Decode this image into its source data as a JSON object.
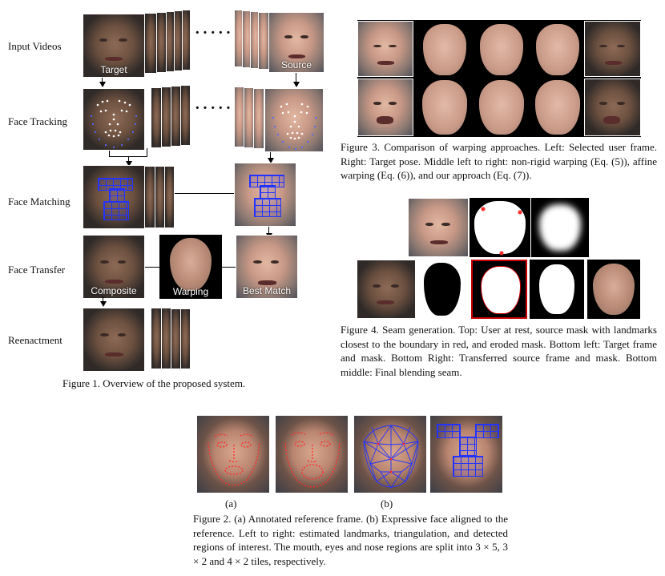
{
  "figure1": {
    "rows": [
      "Input Videos",
      "Face Tracking",
      "Face Matching",
      "Face Transfer",
      "Reenactment"
    ],
    "tags": {
      "target": "Target",
      "source": "Source",
      "composite": "Composite",
      "warping": "Warping",
      "best_match": "Best Match"
    },
    "caption": "Figure 1. Overview of the proposed system."
  },
  "figure2": {
    "label_a": "(a)",
    "label_b": "(b)",
    "caption": "Figure 2. (a) Annotated reference frame. (b) Expressive face aligned to the reference. Left to right: estimated landmarks, triangulation, and detected regions of interest. The mouth, eyes and nose regions are split into 3 × 5, 3 × 2 and 4 × 2 tiles, respectively."
  },
  "figure3": {
    "caption": "Figure 3. Comparison of warping approaches. Left: Selected user frame. Right: Target pose. Middle left to right: non-rigid warping (Eq. (5)), affine warping (Eq. (6)), and our approach (Eq. (7))."
  },
  "figure4": {
    "caption": "Figure 4. Seam generation. Top: User at rest, source mask with landmarks closest to the boundary in red, and eroded mask. Bottom left: Target frame and mask. Bottom Right: Transferred source frame and mask. Bottom middle: Final blending seam."
  },
  "colors": {
    "landmark_red": "#ff2a2a",
    "mesh_blue": "#2233ff",
    "seam_red": "#cc0000"
  }
}
